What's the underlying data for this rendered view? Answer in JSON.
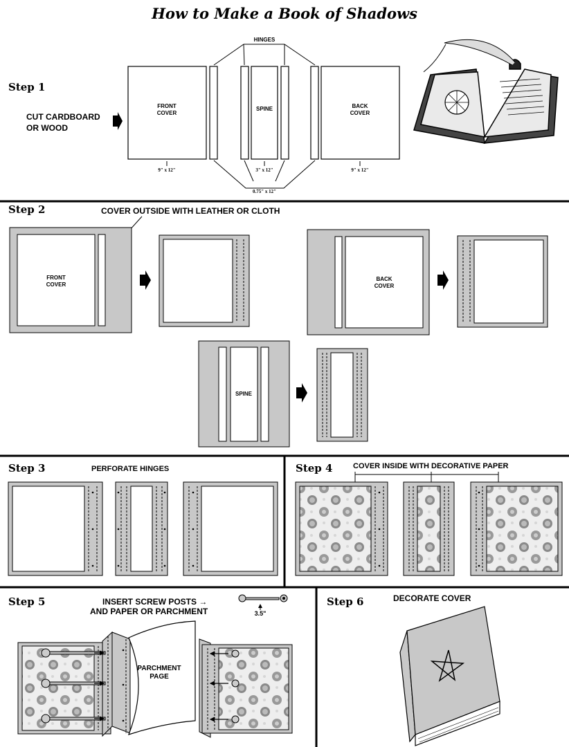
{
  "title": "How to Make a Book of Shadows",
  "steps": {
    "s1": "Step 1",
    "s2": "Step 2",
    "s3": "Step 3",
    "s4": "Step 4",
    "s5": "Step 5",
    "s6": "Step 6"
  },
  "step1": {
    "instruction_1": "CUT CARDBOARD",
    "instruction_2": "OR WOOD",
    "hinges": "HINGES",
    "front_1": "FRONT",
    "front_2": "COVER",
    "spine": "SPINE",
    "back_1": "BACK",
    "back_2": "COVER",
    "dim_front": "9\" x 12\"",
    "dim_spine": "3\" x 12\"",
    "dim_back": "9\" x 12\"",
    "dim_hinge": "0.75\" x 12\""
  },
  "step2": {
    "instruction": "COVER OUTSIDE WITH LEATHER OR CLOTH",
    "front_1": "FRONT",
    "front_2": "COVER",
    "back_1": "BACK",
    "back_2": "COVER",
    "spine": "SPINE"
  },
  "step3": {
    "instruction": "PERFORATE HINGES"
  },
  "step4": {
    "instruction": "COVER INSIDE WITH DECORATIVE PAPER"
  },
  "step5": {
    "instruction_1": "INSERT SCREW POSTS →",
    "instruction_2": "AND PAPER OR PARCHMENT",
    "post_length": "3.5\"",
    "page_1": "PARCHMENT",
    "page_2": "PAGE"
  },
  "step6": {
    "instruction": "DECORATE COVER"
  },
  "colors": {
    "gray": "#c8c8c8",
    "line": "#000000",
    "paper": "#ffffff"
  }
}
